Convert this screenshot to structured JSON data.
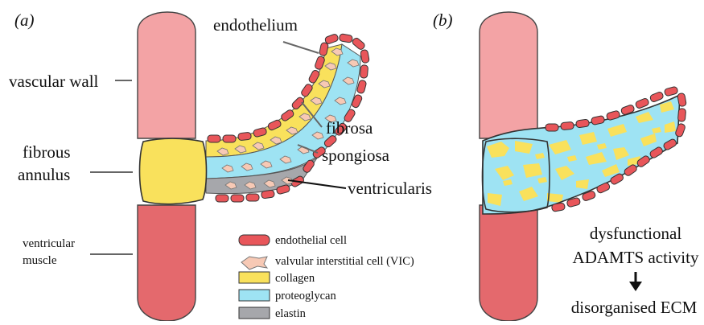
{
  "panels": {
    "a": {
      "label": "(a)"
    },
    "b": {
      "label": "(b)"
    }
  },
  "labels": {
    "endothelium": "endothelium",
    "vascular_wall": "vascular wall",
    "fibrous_annulus_line1": "fibrous",
    "fibrous_annulus_line2": "annulus",
    "ventricular_muscle_line1": "ventricular",
    "ventricular_muscle_line2": "muscle",
    "fibrosa": "fibrosa",
    "spongiosa": "spongiosa",
    "ventricularis": "ventricularis"
  },
  "legend": [
    {
      "key": "endothelial_cell",
      "label": "endothelial cell",
      "color": "#e8565a"
    },
    {
      "key": "vic",
      "label": "valvular interstitial cell (VIC)",
      "color": "#f7c9b5"
    },
    {
      "key": "collagen",
      "label": "collagen",
      "color": "#f9e15c"
    },
    {
      "key": "proteoglycan",
      "label": "proteoglycan",
      "color": "#9ee3f3"
    },
    {
      "key": "elastin",
      "label": "elastin",
      "color": "#a6a7ab"
    }
  ],
  "panel_b": {
    "text_line1": "dysfunctional",
    "text_line2": "ADAMTS activity",
    "result": "disorganised ECM",
    "arrow_icon": "down-arrow-icon"
  },
  "colors": {
    "vascular_wall": "#f3a3a5",
    "ventricular_muscle": "#e4696d",
    "endothelial_cell": "#e8565a",
    "collagen": "#f9e15c",
    "proteoglycan": "#9ee3f3",
    "elastin": "#a6a7ab",
    "vic": "#f7c9b5",
    "outline": "#333333"
  }
}
